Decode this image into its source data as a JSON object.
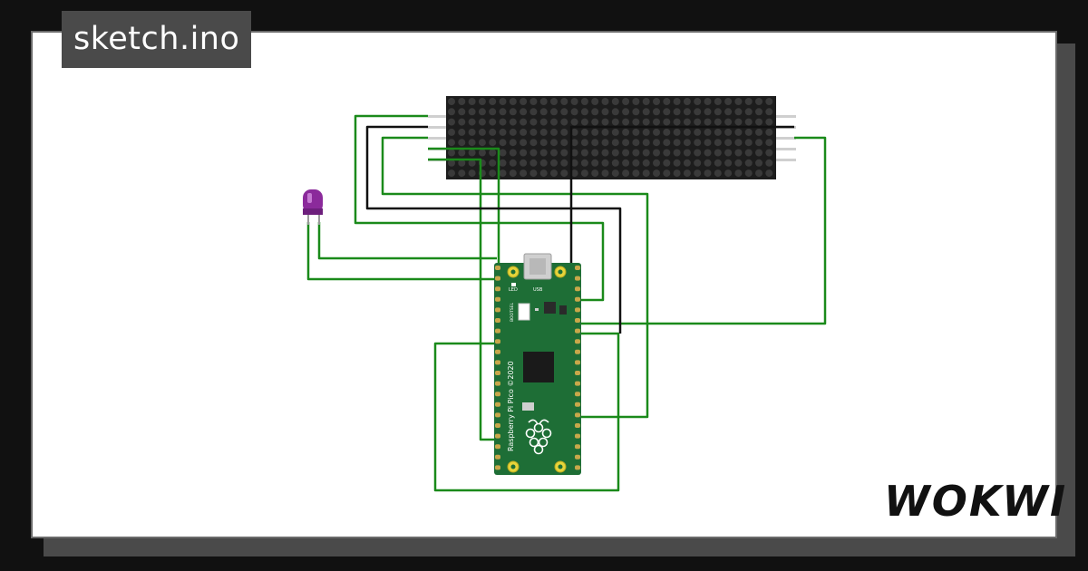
{
  "header": {
    "file_name": "sketch.ino"
  },
  "brand": {
    "logo_text": "WOKWI"
  },
  "board": {
    "name": "Raspberry Pi Pico ©2020",
    "usb_label": "USB",
    "led_label": "LED",
    "bootsel_label": "BOOTSEL",
    "color": "#1e6e36"
  },
  "components": {
    "matrix": {
      "name": "dot-matrix-display",
      "color": "#1d1d1d"
    },
    "led": {
      "name": "led",
      "color": "#8b2a9b"
    }
  },
  "colors": {
    "wire_green": "#1a8a1a",
    "wire_black": "#111111",
    "background": "#111111",
    "card": "#ffffff"
  }
}
